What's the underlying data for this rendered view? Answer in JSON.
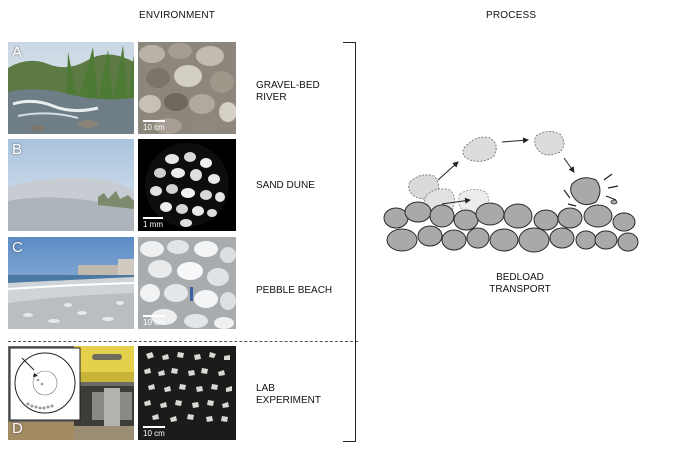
{
  "headers": {
    "environment": "ENVIRONMENT",
    "process": "PROCESS"
  },
  "panels": [
    {
      "letter": "A",
      "label": "GRAVEL-BED\nRIVER",
      "scale": "10 cm"
    },
    {
      "letter": "B",
      "label": "SAND DUNE",
      "scale": "1 mm"
    },
    {
      "letter": "C",
      "label": "PEBBLE BEACH",
      "scale": "10 cm"
    },
    {
      "letter": "D",
      "label": "LAB\nEXPERIMENT",
      "scale": "10 cm"
    }
  ],
  "process": {
    "label": "BEDLOAD\nTRANSPORT"
  },
  "colors": {
    "grain_fill": "#a9a9a9",
    "grain_stroke": "#2b2b2b",
    "ghost_fill": "#d4d4d4"
  }
}
